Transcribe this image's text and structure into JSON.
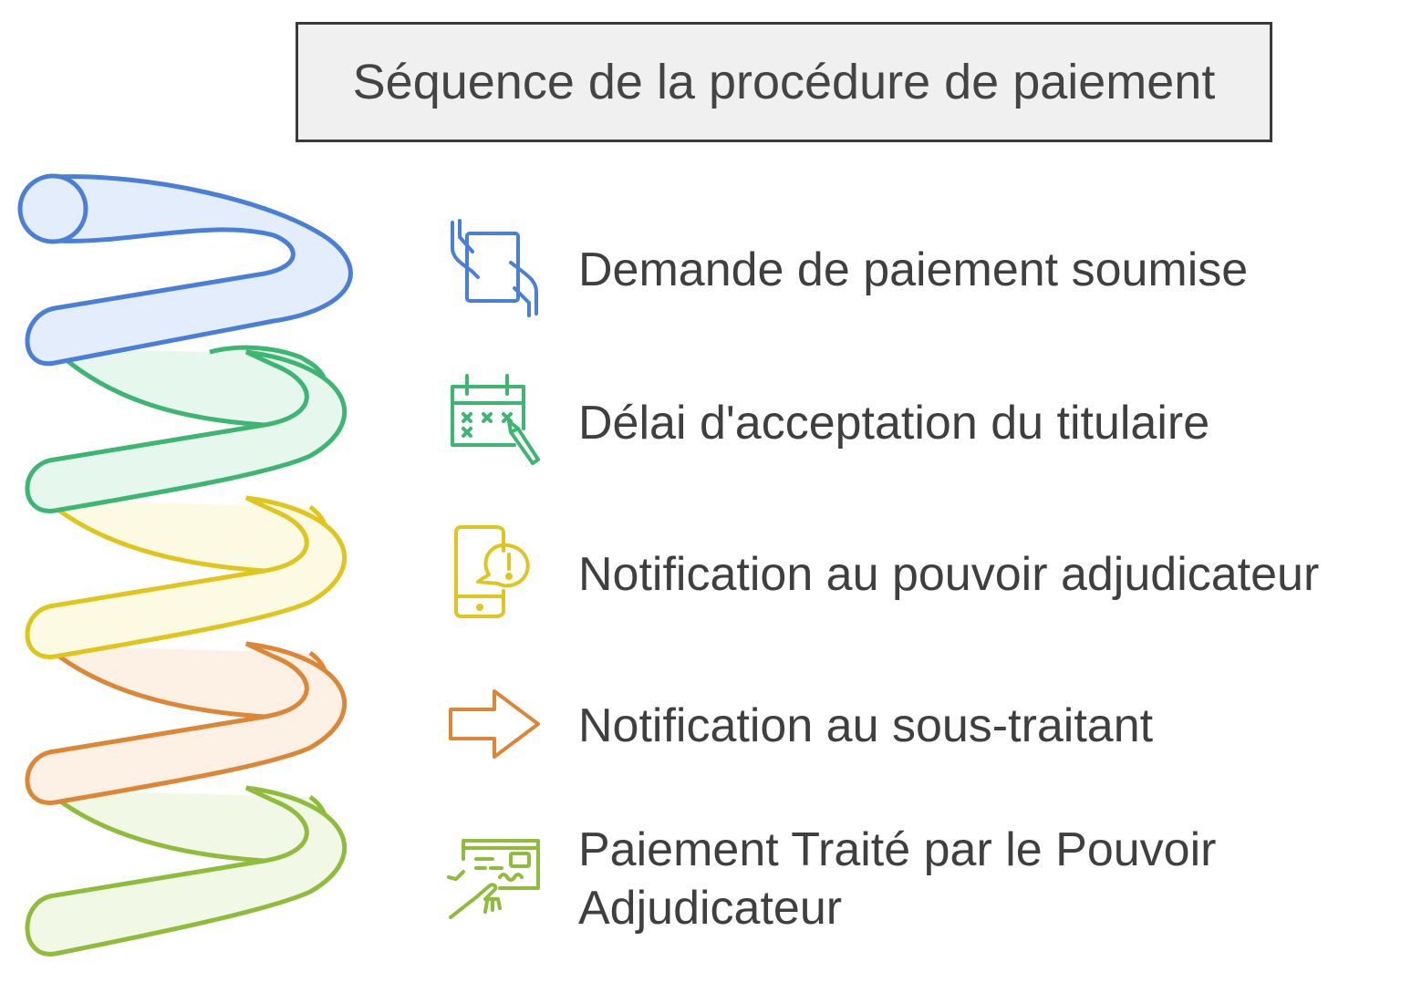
{
  "title": "Séquence de la procédure de paiement",
  "steps": [
    {
      "label": "Demande de paiement soumise",
      "icon": "tablet-hands-icon",
      "color": "#4a7fd9",
      "fill": "#e3edfc"
    },
    {
      "label": "Délai d'acceptation du titulaire",
      "icon": "calendar-pen-icon",
      "color": "#3db672",
      "fill": "#e6f7ee"
    },
    {
      "label": "Notification au pouvoir adjudicateur",
      "icon": "phone-alert-icon",
      "color": "#e0c51c",
      "fill": "#fdfae3"
    },
    {
      "label": "Notification au sous-traitant",
      "icon": "arrow-right-icon",
      "color": "#dd8636",
      "fill": "#fdf0e4"
    },
    {
      "label": "Paiement Traité par le Pouvoir Adjudicateur",
      "icon": "card-hand-icon",
      "color": "#8fbd3b",
      "fill": "#f1f8e6"
    }
  ]
}
